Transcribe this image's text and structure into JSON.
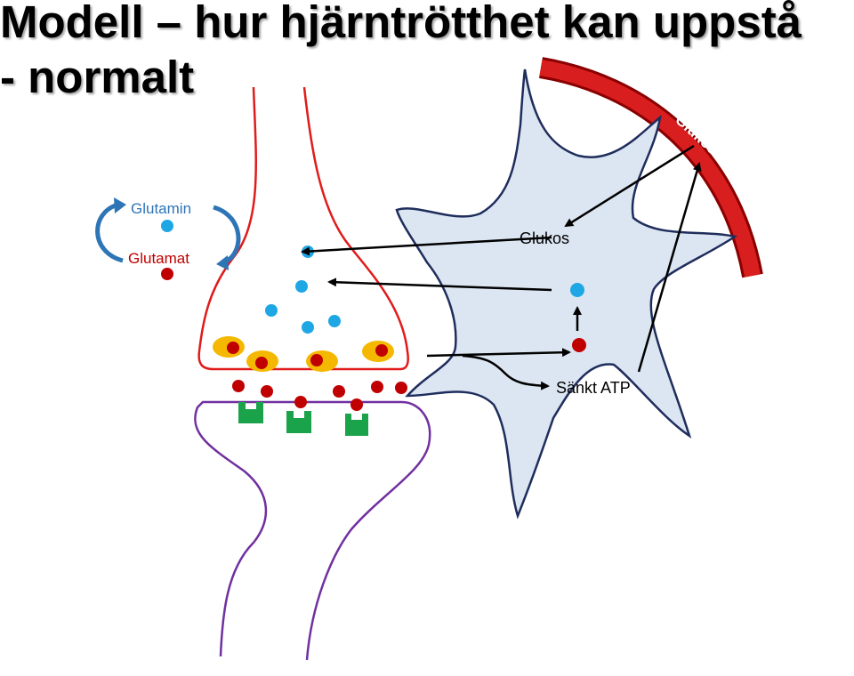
{
  "title": {
    "line1": "Modell – hur hjärntrötthet kan uppstå",
    "line2": "- normalt"
  },
  "labels": {
    "glutamin": "Glutamin",
    "glutamat": "Glutamat",
    "glukos_astrocyte": "Glukos",
    "glukos_vessel": "Glukos",
    "sankt_atp": "Sänkt ATP"
  },
  "colors": {
    "glutamin_dot": "#1ea7e4",
    "glutamat_dot": "#c00000",
    "presynaptic_outline": "#e01b1b",
    "postsynaptic_outline": "#7030a0",
    "vesicle": "#f5b800",
    "receptor": "#1aa34a",
    "astrocyte_fill": "#dce6f2",
    "astrocyte_outline": "#1f2d5c",
    "vessel": "#c00000",
    "label_blue": "#2e75b6"
  }
}
